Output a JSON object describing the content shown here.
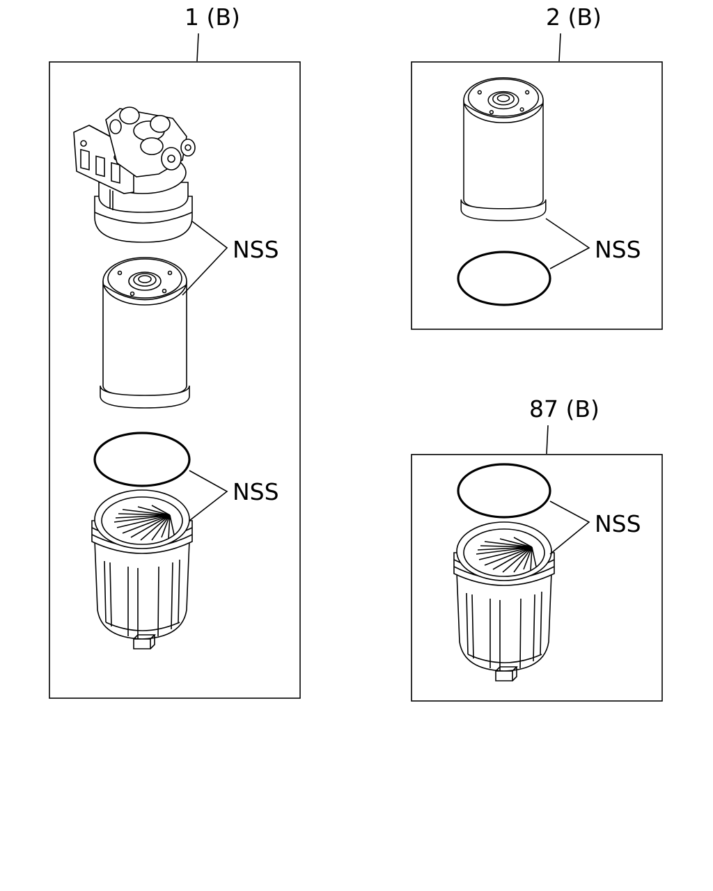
{
  "callouts": {
    "group1": "1 (B)",
    "group2": "2 (B)",
    "group87": "87 (B)"
  },
  "nss_labels": {
    "group1_upper": "NSS",
    "group1_lower": "NSS",
    "group2": "NSS",
    "group87": "NSS"
  }
}
